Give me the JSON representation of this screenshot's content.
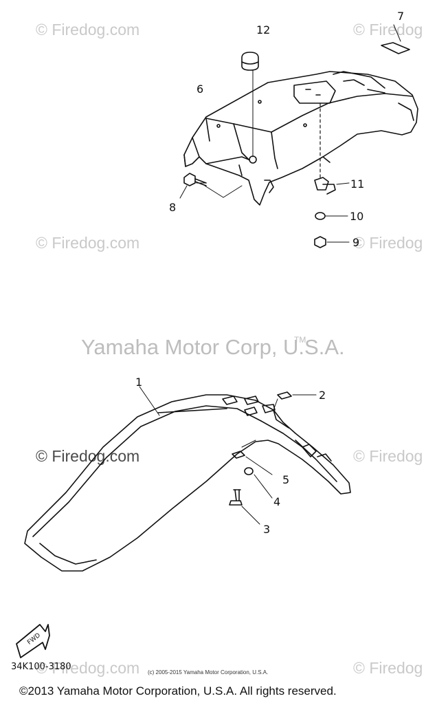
{
  "watermarks": {
    "firedog": "© Firedog.com",
    "firedog_cut": "© Firedog",
    "corp": "Yamaha Motor Corp, U.S.A.",
    "tm": "TM"
  },
  "callouts": {
    "c1": "1",
    "c2": "2",
    "c3": "3",
    "c4": "4",
    "c5": "5",
    "c6": "6",
    "c7": "7",
    "c8": "8",
    "c9": "9",
    "c10": "10",
    "c11": "11",
    "c12": "12"
  },
  "fwd_label": "FWD",
  "part_number": "34K100-3180",
  "small_copyright": "(c) 2005-2015 Yamaha Motor Corporation, U.S.A.",
  "copyright": "©2013 Yamaha Motor Corporation, U.S.A. All rights reserved."
}
